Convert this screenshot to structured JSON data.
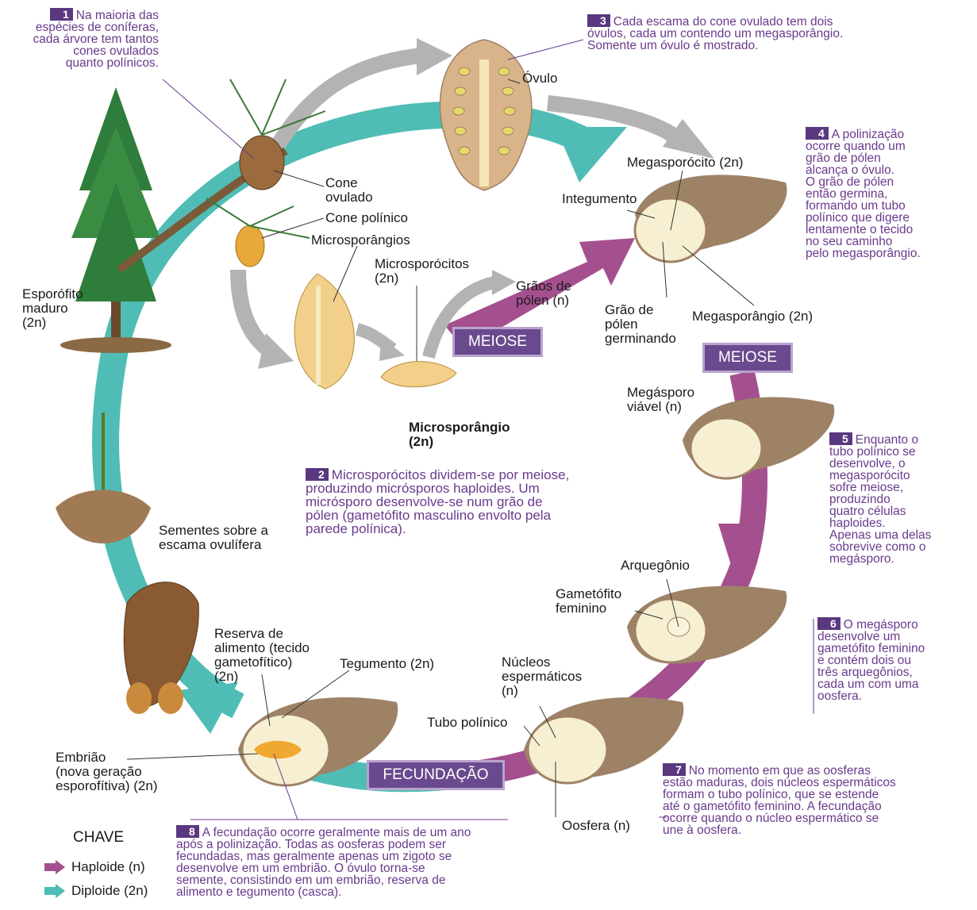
{
  "steps": {
    "s1": {
      "num": "1",
      "text": "Na maioria das\nespécies de coníferas,\ncada árvore tem tantos\ncones ovulados\nquanto polínicos."
    },
    "s2": {
      "num": "2",
      "text": "Microsporócitos dividem-se por meiose,\nproduzindo micrósporos haploides. Um\nmicrósporo desenvolve-se num grão de\npólen (gametófito masculino envolto pela\nparede polínica)."
    },
    "s3": {
      "num": "3",
      "text": "Cada escama do cone ovulado tem dois\nóvulos, cada um contendo um megasporângio.\nSomente um óvulo é mostrado."
    },
    "s4": {
      "num": "4",
      "text": "A polinização\nocorre quando um\ngrão de pólen\nalcança o óvulo.\nO grão de pólen\nentão germina,\nformando um tubo\npolínico que digere\nlentamente o tecido\nno seu caminho\npelo megasporângio."
    },
    "s5": {
      "num": "5",
      "text": "Enquanto o\ntubo polínico se\ndesenvolve, o\nmegasporócito\nsofre meiose,\nproduzindo\nquatro células\nhaploides.\nApenas uma delas\nsobrevive como o\nmegásporo."
    },
    "s6": {
      "num": "6",
      "text": "O megásporo\ndesenvolve um\ngametófito feminino\ne contém dois ou\ntrês arquegônios,\ncada um com uma\noosfera."
    },
    "s7": {
      "num": "7",
      "text": "No momento em que as oosferas\nestão maduras, dois núcleos espermáticos\nformam o tubo polínico, que se estende\naté o gametófito feminino. A fecundação\nocorre quando o núcleo espermático se\nune à oosfera."
    },
    "s8": {
      "num": "8",
      "text": "A fecundação ocorre geralmente mais de um ano\napós a polinização. Todas as oosferas podem ser\nfecundadas, mas geralmente apenas um zigoto se\ndesenvolve em um embrião. O óvulo torna-se\nsemente, consistindo em um embrião, reserva de\nalimento e tegumento (casca)."
    }
  },
  "labels": {
    "ovulo": "Óvulo",
    "megasporocito": "Megasporócito (2n)",
    "integumento": "Integumento",
    "cone_ovulado": "Cone\novulado",
    "cone_polinico": "Cone polínico",
    "microsporangios": "Microsporângios",
    "microsporocitos": "Microsporócitos\n(2n)",
    "graos_polen": "Grãos de\npólen (n)",
    "grao_germinando": "Grão de\npólen\ngerminando",
    "megasporangio": "Megasporângio (2n)",
    "esporofito": "Esporófito\nmaduro\n(2n)",
    "microsporangio": "Microsporângio\n(2n)",
    "megasporo": "Megásporo\nviável (n)",
    "sementes": "Sementes sobre a\nescama ovulífera",
    "arquegonio": "Arquegônio",
    "gametofito_fem": "Gametófito\nfeminino",
    "reserva": "Reserva de\nalimento (tecido\ngametofítico)\n(2n)",
    "tegumento": "Tegumento (2n)",
    "nucleos": "Núcleos\nespermáticos\n(n)",
    "tubo_polinico": "Tubo polínico",
    "embriao": "Embrião\n(nova geração\nesporofítiva) (2n)",
    "oosfera": "Oosfera (n)"
  },
  "process_boxes": {
    "meiose_1": "MEIOSE",
    "meiose_2": "MEIOSE",
    "fecundacao": "FECUNDAÇÃO"
  },
  "key": {
    "title": "CHAVE",
    "haploid": "Haploide (n)",
    "diploid": "Diploide (2n)"
  },
  "colors": {
    "haploid": "#a4508f",
    "diploid": "#4fbdb5",
    "gray_arrow": "#b3b3b3",
    "step_text": "#6a3a8c",
    "box_fill": "#6a4a8e",
    "tissue": "#9e8266",
    "ovule_inner": "#f6efd2"
  }
}
